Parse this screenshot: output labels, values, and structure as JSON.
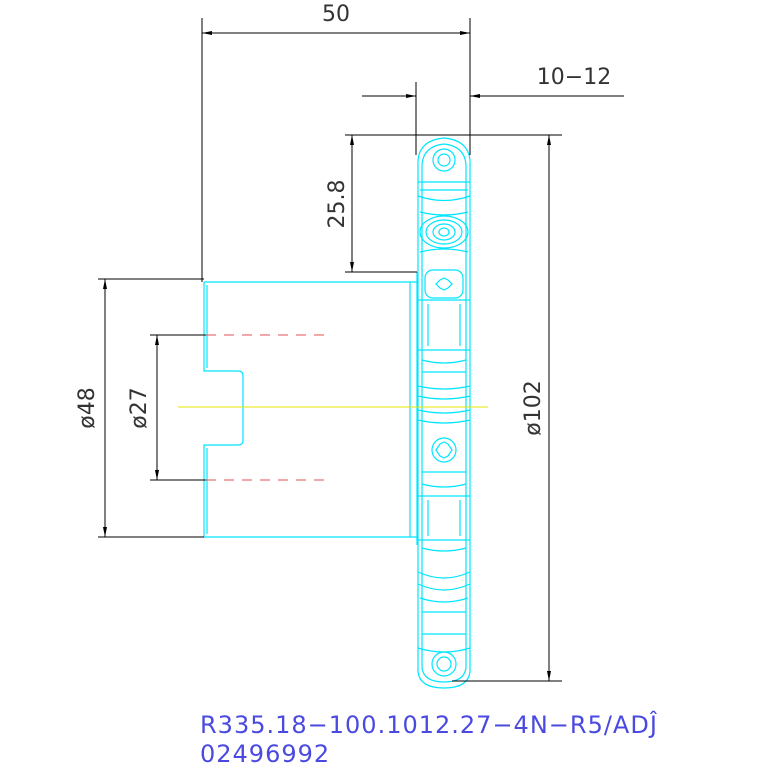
{
  "dimensions": {
    "width_50": "50",
    "range_10_12": "10−12",
    "height_25_8": "25.8",
    "dia_48": "ø48",
    "dia_27": "ø27",
    "dia_102": "ø102"
  },
  "product": {
    "code": "R335.18−100.1012.27−4N−R5/ADĴ",
    "article_number": "02496992"
  },
  "colors": {
    "outline": "#00e5ff",
    "dimension": "#000000",
    "center_line": "#e6e600",
    "hidden_line": "#e05050",
    "code_text": "#4a4ae0",
    "dim_text": "#333333"
  }
}
